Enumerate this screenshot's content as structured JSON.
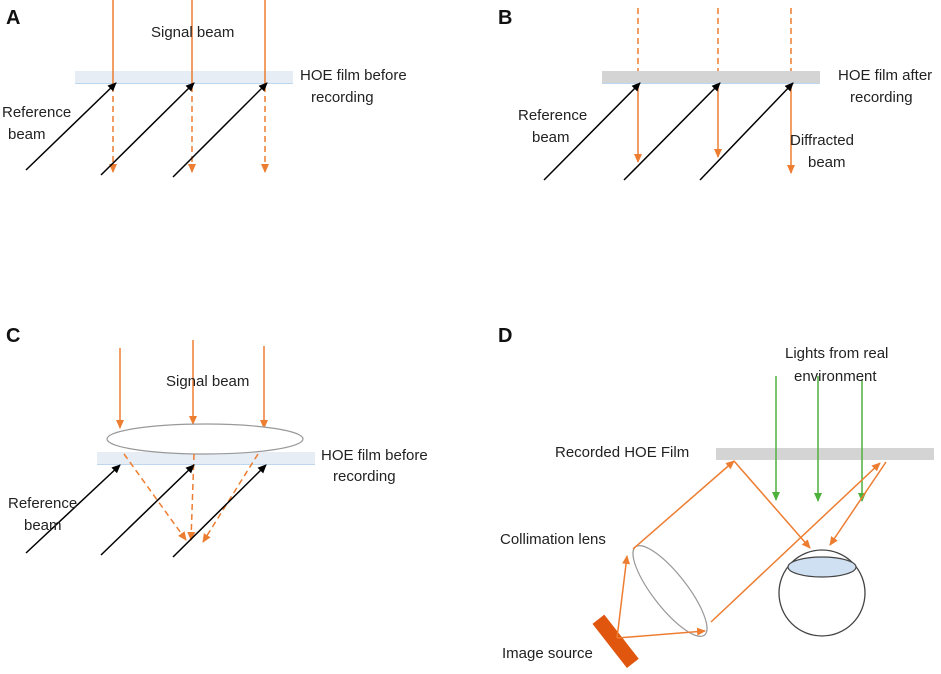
{
  "colors": {
    "signal": "#ED7D31",
    "reference": "#000000",
    "environment": "#4EB13C",
    "film_before": "#E6EDF5",
    "film_after": "#D4D4D4",
    "image_source": "#E0560E"
  },
  "panels": {
    "a": {
      "letter": "A",
      "signal_label": "Signal beam",
      "film_label": [
        "HOE film before",
        "recording"
      ],
      "reference_label": [
        "Reference",
        "beam"
      ]
    },
    "b": {
      "letter": "B",
      "film_label": [
        "HOE film after",
        "recording"
      ],
      "reference_label": [
        "Reference",
        "beam"
      ],
      "diffracted_label": [
        "Diffracted",
        "beam"
      ]
    },
    "c": {
      "letter": "C",
      "signal_label": "Signal beam",
      "film_label": [
        "HOE film before",
        "recording"
      ],
      "reference_label": [
        "Reference",
        "beam"
      ]
    },
    "d": {
      "letter": "D",
      "lights_label": [
        "Lights from real",
        "environment"
      ],
      "film_label": "Recorded HOE Film",
      "lens_label": "Collimation lens",
      "source_label": "Image source"
    }
  }
}
